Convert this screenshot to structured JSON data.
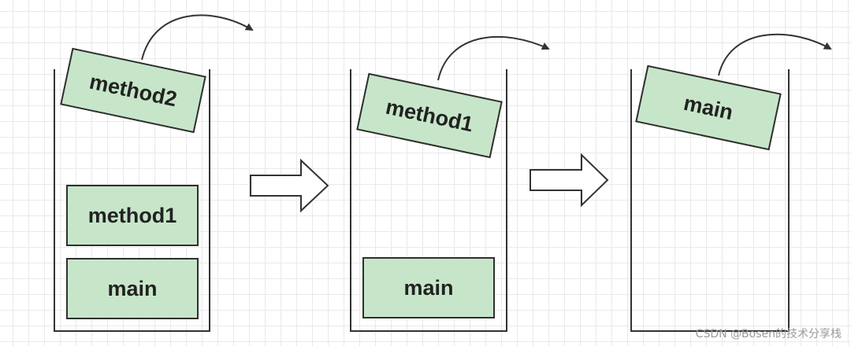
{
  "diagram": {
    "stages": [
      {
        "popping_frame": "method2",
        "remaining_frames": [
          "method1",
          "main"
        ]
      },
      {
        "popping_frame": "method1",
        "remaining_frames": [
          "main"
        ]
      },
      {
        "popping_frame": "main",
        "remaining_frames": []
      }
    ],
    "colors": {
      "frame_fill": "#c7e6c9",
      "frame_border": "#2f2f2f",
      "line": "#333333",
      "grid": "#e9e9e9"
    }
  },
  "watermark": "CSDN @Bosen的技术分享栈"
}
